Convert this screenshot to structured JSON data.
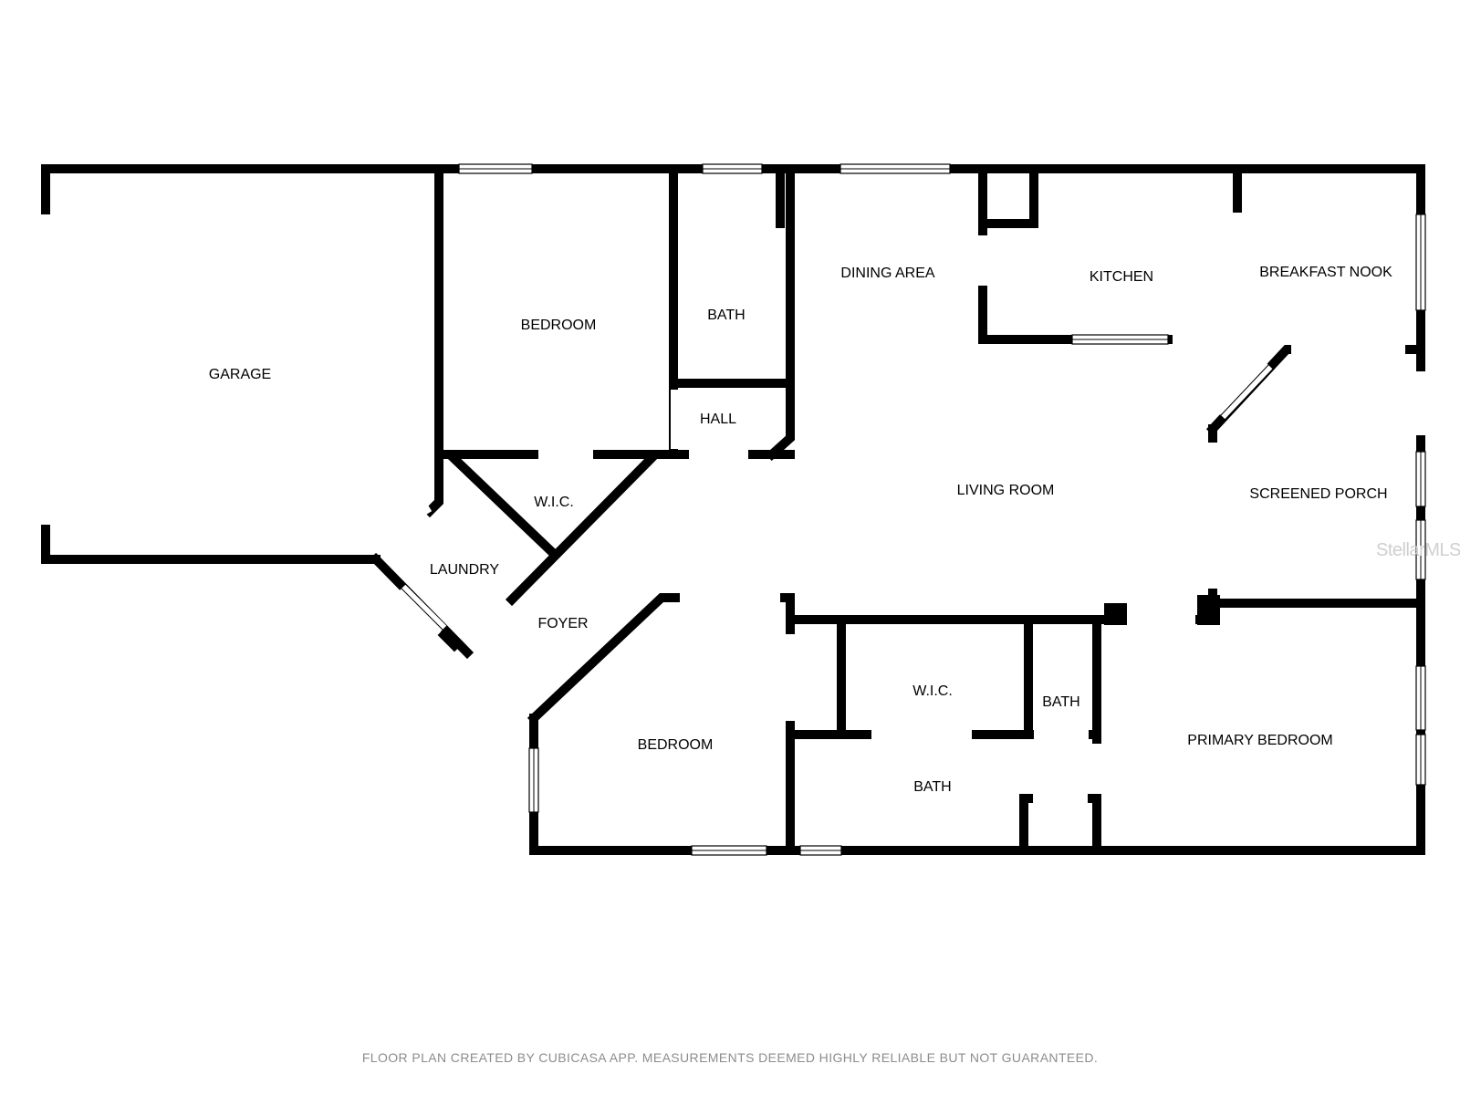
{
  "floor_plan": {
    "rooms": {
      "garage": "GARAGE",
      "bedroom_1": "BEDROOM",
      "bath_1": "BATH",
      "hall": "HALL",
      "dining": "DINING AREA",
      "kitchen": "KITCHEN",
      "breakfast_nook": "BREAKFAST NOOK",
      "wic_1": "W.I.C.",
      "laundry": "LAUNDRY",
      "living_room": "LIVING ROOM",
      "screened_porch": "SCREENED PORCH",
      "foyer": "FOYER",
      "bedroom_2": "BEDROOM",
      "wic_2": "W.I.C.",
      "bath_2": "BATH",
      "bath_3": "BATH",
      "primary_bedroom": "PRIMARY BEDROOM"
    },
    "wall_color": "#000000",
    "background_color": "#ffffff"
  },
  "footer": {
    "disclaimer": "FLOOR PLAN CREATED BY CUBICASA APP. MEASUREMENTS DEEMED HIGHLY RELIABLE BUT NOT GUARANTEED."
  },
  "watermark": {
    "text": "StellarMLS"
  }
}
